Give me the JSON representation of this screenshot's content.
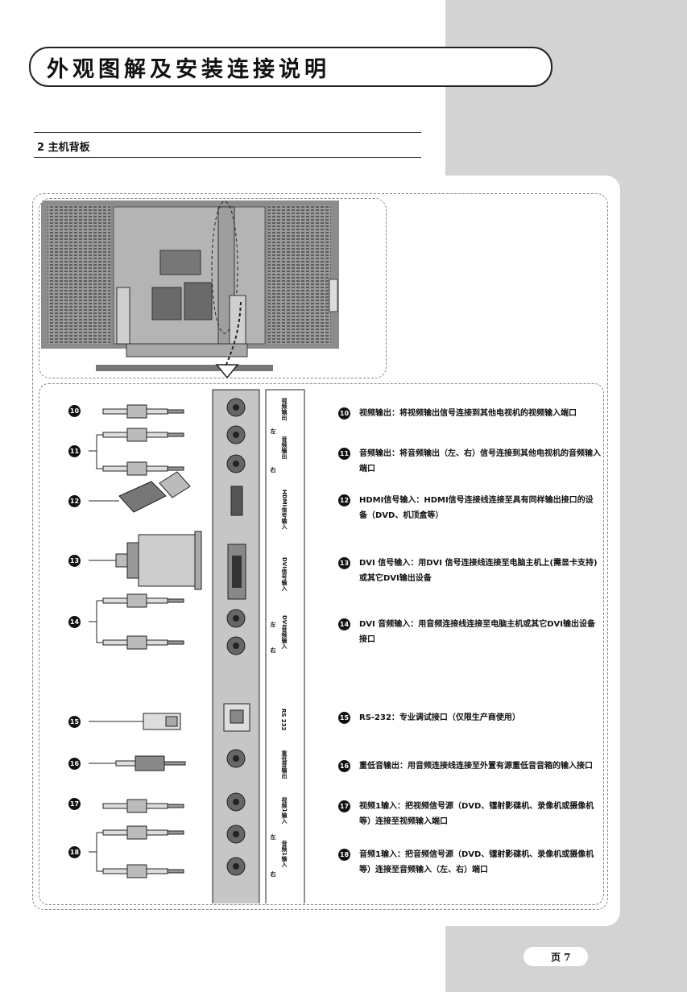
{
  "header": {
    "title": "外观图解及安装连接说明"
  },
  "section": {
    "title": "2  主机背板"
  },
  "panel_labels": [
    "视频输出",
    "左",
    "音频输出",
    "右",
    "HDMI信号输入",
    "DVI信号输入",
    "左",
    "DVI音频输入",
    "右",
    "RS 232",
    "重低音输出",
    "视频1输入",
    "左",
    "音频1输入",
    "右"
  ],
  "items": [
    {
      "num": "10",
      "text": "视频输出：将视频输出信号连接到其他电视机的视频输入端口"
    },
    {
      "num": "11",
      "text": "音频输出：将音频输出（左、右）信号连接到其他电视机的音频输入端口"
    },
    {
      "num": "12",
      "text": "HDMI信号输入：HDMI信号连接线连接至具有同样输出接口的设备（DVD、机顶盒等）"
    },
    {
      "num": "13",
      "text": "DVI 信号输入：用DVI 信号连接线连接至电脑主机上(需显卡支持)或其它DVI输出设备"
    },
    {
      "num": "14",
      "text": "DVI 音频输入：用音频连接线连接至电脑主机或其它DVI输出设备接口"
    },
    {
      "num": "15",
      "text": "RS-232：专业调试接口（仅限生产商使用）"
    },
    {
      "num": "16",
      "text": "重低音输出：用音频连接线连接至外置有源重低音音箱的输入接口"
    },
    {
      "num": "17",
      "text": "视频1输入：把视频信号源（DVD、镭射影碟机、录像机或摄像机等）连接至视频输入端口"
    },
    {
      "num": "18",
      "text": "音频1输入：把音频信号源（DVD、镭射影碟机、录像机或摄像机等）连接至音频输入（左、右）端口"
    }
  ],
  "footer": {
    "page": "页 7"
  }
}
